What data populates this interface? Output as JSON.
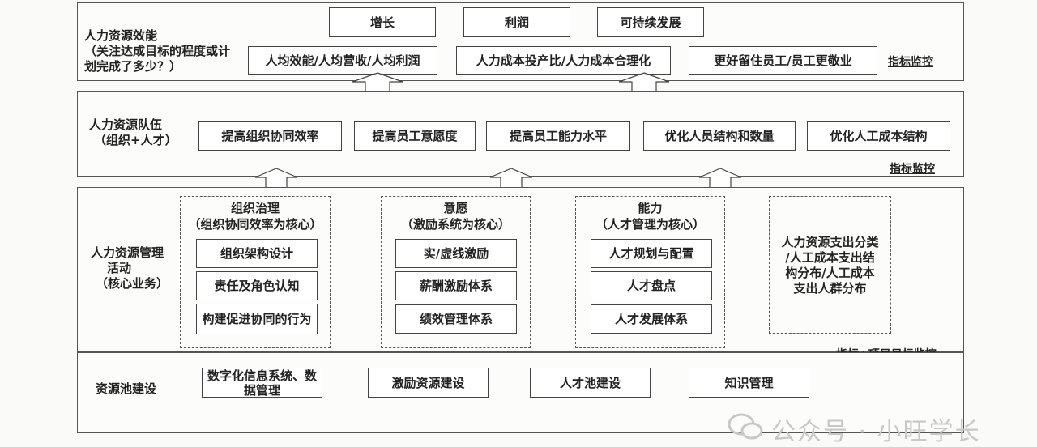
{
  "layer1": {
    "label_lines": [
      "人力资源效能",
      "（关注达成目标的程度或计",
      "划完成了多少？）"
    ],
    "top_boxes": [
      "增长",
      "利润",
      "可持续发展"
    ],
    "boxes": [
      "人均效能/人均营收/人均利润",
      "人力成本投产比/人力成本合理化",
      "更好留住员工/员工更敬业"
    ],
    "monitor": "指标监控"
  },
  "layer2": {
    "label_lines": [
      "人力资源队伍",
      "（组织+人才）"
    ],
    "boxes": [
      "提高组织协同效率",
      "提高员工意愿度",
      "提高员工能力水平",
      "优化人员结构和数量",
      "优化人工成本结构"
    ],
    "monitor": "指标监控"
  },
  "layer3": {
    "label_lines": [
      "人力资源管理",
      "活动",
      "（核心业务）"
    ],
    "groups": [
      {
        "title": "组织治理",
        "subtitle": "（组织协同效率为核心）",
        "items": [
          "组织架构设计",
          "责任及角色认知",
          "构建促进协同的行为"
        ]
      },
      {
        "title": "意愿",
        "subtitle": "（激励系统为核心）",
        "items": [
          "实/虚线激励",
          "薪酬激励体系",
          "绩效管理体系"
        ]
      },
      {
        "title": "能力",
        "subtitle": "（人才管理为核心）",
        "items": [
          "人才规划与配置",
          "人才盘点",
          "人才发展体系"
        ]
      }
    ],
    "side_lines": [
      "人力资源支出分类",
      "/人工成本支出结",
      "构分布/人工成本",
      "支出人群分布"
    ],
    "monitor": "指标+项目目标监控"
  },
  "layer4": {
    "label": "资源池建设",
    "boxes": [
      "数字化信息系统、数据管理",
      "激励资源建设",
      "人才池建设",
      "知识管理"
    ]
  },
  "watermark": "公众号 · 小旺学长"
}
